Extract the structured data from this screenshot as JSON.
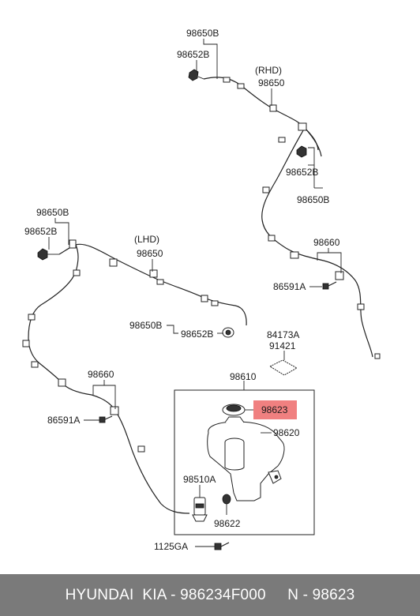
{
  "labels": {
    "rhd_top_98650B": "98650B",
    "rhd_top_98652B": "98652B",
    "rhd_title": "(RHD)",
    "rhd_98650": "98650",
    "rhd_right_98652B": "98652B",
    "rhd_right_98650B": "98650B",
    "rhd_98660": "98660",
    "rhd_86591A": "86591A",
    "lhd_98650B": "98650B",
    "lhd_98652B": "98652B",
    "lhd_title": "(LHD)",
    "lhd_98650": "98650",
    "lhd_mid_98650B": "98650B",
    "lhd_mid_98652B": "98652B",
    "p84173A": "84173A",
    "p91421": "91421",
    "lhd_98660": "98660",
    "p98610": "98610",
    "p86591A": "86591A",
    "p98623": "98623",
    "p98620": "98620",
    "p98510A": "98510A",
    "p98622": "98622",
    "p1125GA": "1125GA"
  },
  "highlight_color": "#f08080",
  "footer": {
    "text": "HYUNDAI  KIA - 986234F000     N - 98623"
  }
}
